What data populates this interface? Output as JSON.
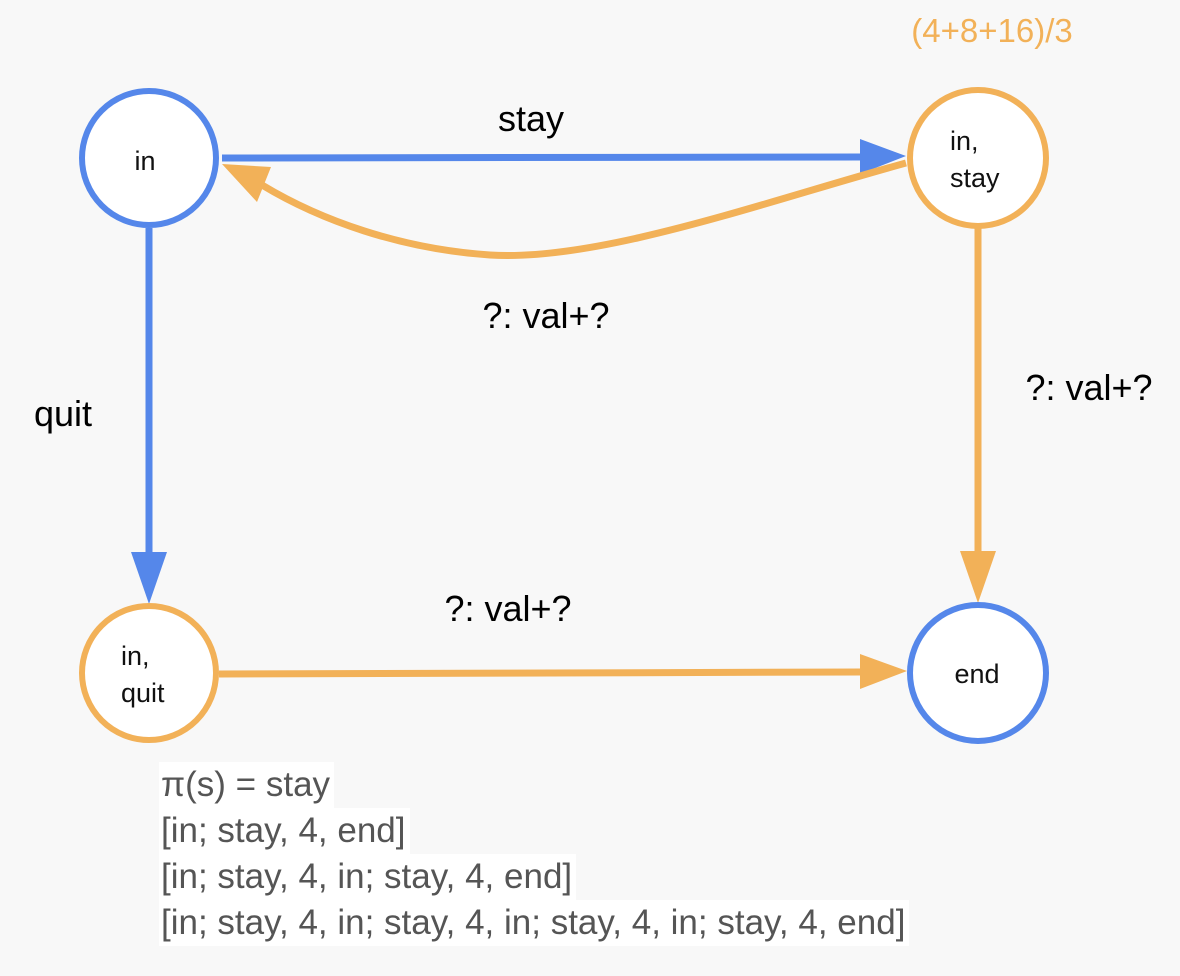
{
  "colors": {
    "blue": "#5587ea",
    "orange": "#f2b158",
    "text": "#111111",
    "gray_text": "#555555",
    "background": "#f8f8f8"
  },
  "nodes": {
    "in": {
      "lines": [
        "in"
      ],
      "color": "blue"
    },
    "in_stay": {
      "lines": [
        "in,",
        "stay"
      ],
      "color": "orange"
    },
    "in_quit": {
      "lines": [
        "in,",
        "quit"
      ],
      "color": "orange"
    },
    "end": {
      "lines": [
        "end"
      ],
      "color": "blue"
    }
  },
  "edges": {
    "stay": {
      "label": "stay",
      "from": "in",
      "to": "in_stay",
      "color": "blue"
    },
    "quit": {
      "label": "quit",
      "from": "in",
      "to": "in_quit",
      "color": "blue"
    },
    "stay_back": {
      "label": "?: val+?",
      "from": "in_stay",
      "to": "in",
      "color": "orange"
    },
    "stay_end": {
      "label": "?: val+?",
      "from": "in_stay",
      "to": "end",
      "color": "orange"
    },
    "quit_end": {
      "label": "?: val+?",
      "from": "in_quit",
      "to": "end",
      "color": "orange"
    }
  },
  "value_annotation": "(4+8+16)/3",
  "policy": "π(s) = stay",
  "trajectories": [
    "[in; stay, 4, end]",
    "[in; stay, 4, in; stay, 4, end]",
    "[in; stay, 4, in; stay, 4, in; stay, 4, in; stay, 4, end]"
  ]
}
